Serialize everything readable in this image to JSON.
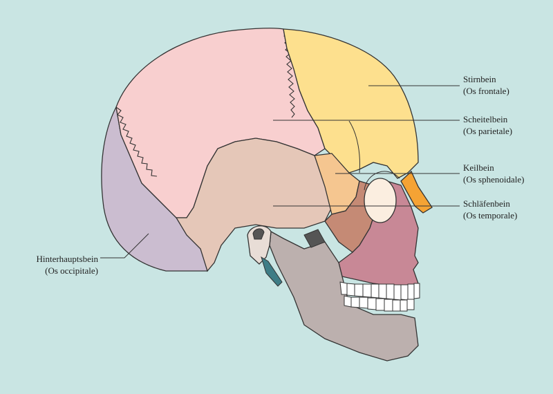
{
  "diagram": {
    "background": "#c9e5e3",
    "colors": {
      "frontal": "#fde08e",
      "parietal": "#f8cfcf",
      "temporal": "#e5c7b8",
      "occipital": "#cbbdd0",
      "sphenoid": "#f5c690",
      "zygomatic": "#c58a75",
      "maxilla": "#c88896",
      "mandible": "#bcb0ae",
      "nasal": "#f5a334",
      "orbit": "#fbeee0",
      "outline": "#333333"
    },
    "labels": [
      {
        "id": "stirnbein",
        "name": "Stirnbein",
        "latin": "(Os frontale)"
      },
      {
        "id": "scheitelbein",
        "name": "Scheitelbein",
        "latin": "(Os parietale)"
      },
      {
        "id": "keilbein",
        "name": "Keilbein",
        "latin": "(Os sphenoidale)"
      },
      {
        "id": "schlaefenbein",
        "name": "Schläfenbein",
        "latin": "(Os temporale)"
      },
      {
        "id": "hinterhauptsbein",
        "name": "Hinterhauptsbein",
        "latin": "(Os occipitale)"
      }
    ]
  }
}
